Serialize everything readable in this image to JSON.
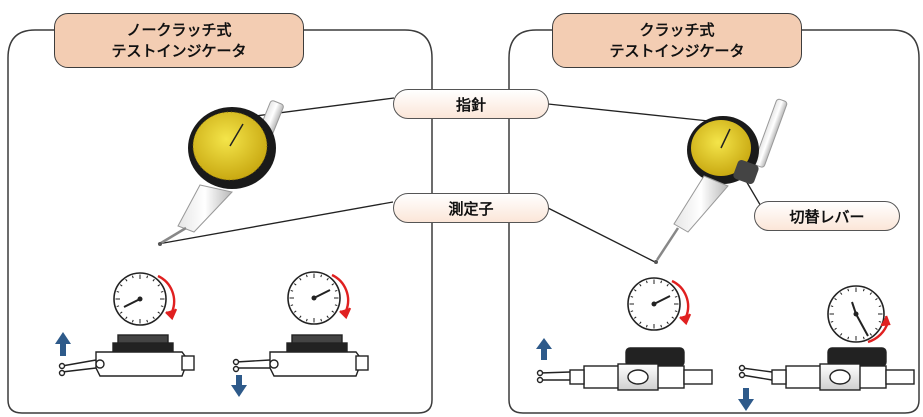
{
  "panels": [
    {
      "title_line1": "ノークラッチ式",
      "title_line2": "テストインジケータ"
    },
    {
      "title_line1": "クラッチ式",
      "title_line2": "テストインジケータ"
    }
  ],
  "labels": {
    "pointer": "指針",
    "stylus": "測定子",
    "switch_lever": "切替レバー"
  },
  "colors": {
    "title_fill": "#f3cdb3",
    "dial_face": "#e8d21e",
    "arrow_blue": "#2e5a8a",
    "arrow_red": "#e02020"
  },
  "icons": [
    "dial-gauge-icon",
    "up-arrow-icon",
    "down-arrow-icon",
    "rotation-arrow-icon"
  ]
}
